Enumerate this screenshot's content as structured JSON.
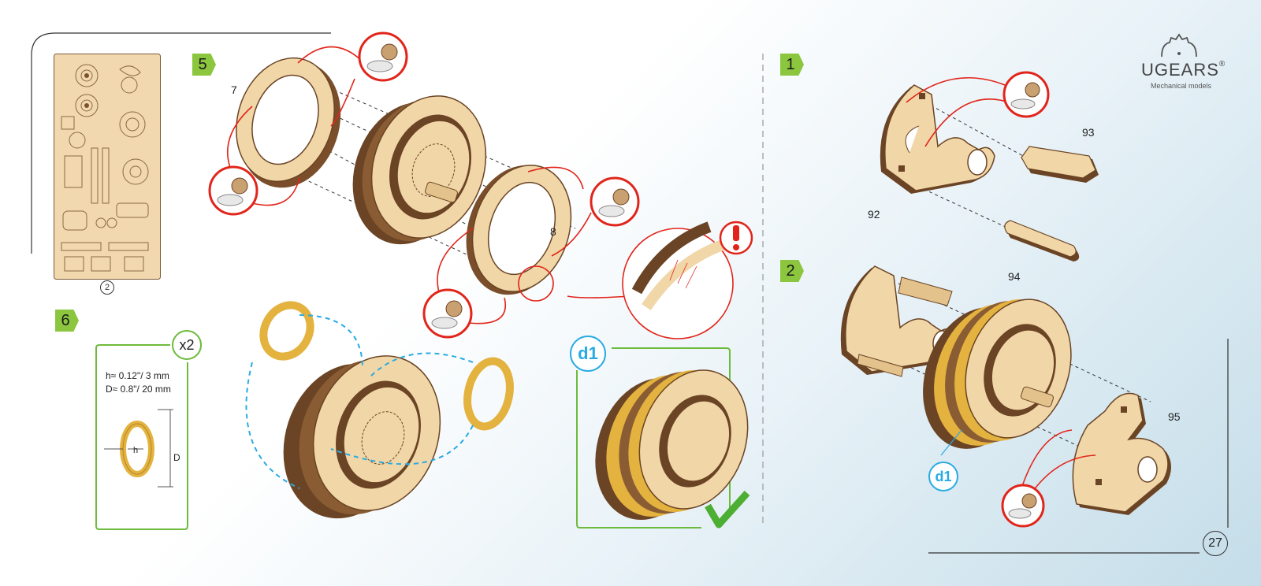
{
  "brand": {
    "name": "UGEARS",
    "registered": "®",
    "tagline": "Mechanical models"
  },
  "sheet": {
    "number": "2"
  },
  "steps": {
    "s5": "5",
    "s6": "6",
    "s1": "1",
    "s2": "2"
  },
  "parts": {
    "p7": "7",
    "p8": "8",
    "p92": "92",
    "p93": "93",
    "p94": "94",
    "p95": "95"
  },
  "band": {
    "count": "x2",
    "height_spec": "h≈ 0.12\"/ 3 mm",
    "diameter_spec": "D≈ 0.8\"/ 20 mm",
    "h_label": "h",
    "d_label": "D"
  },
  "detail_label": "d1",
  "detail_callout": "d1",
  "page_number": "27",
  "colors": {
    "step_green": "#8cc63f",
    "box_green": "#6dbb3c",
    "wax_red": "#e1251b",
    "arrow_blue": "#29abe2",
    "wood_light": "#f1d6a8",
    "wood_dark": "#6a4424",
    "rubber_band": "#e4b23e",
    "check_green": "#4cae32"
  }
}
